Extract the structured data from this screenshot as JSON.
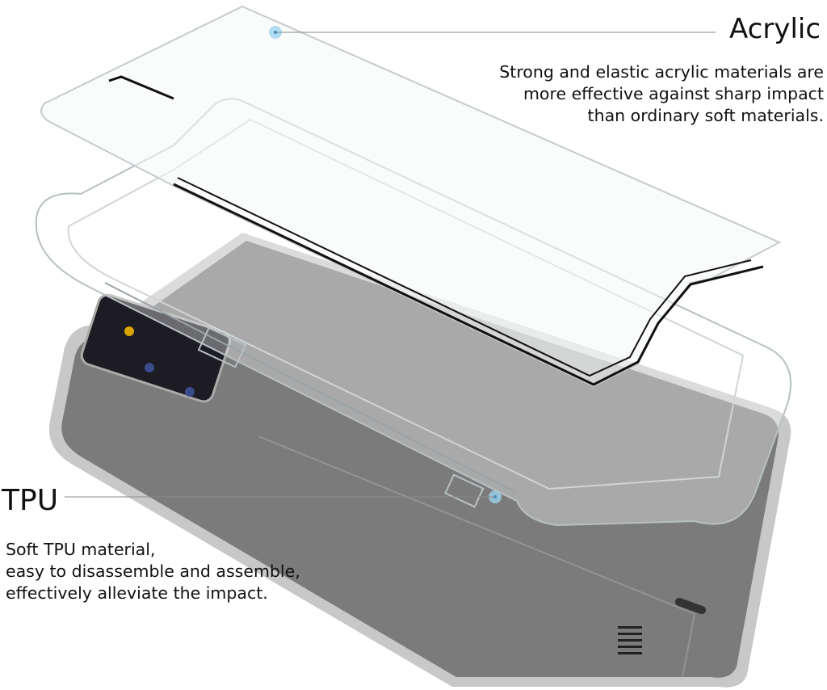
{
  "acrylic": {
    "title": "Acrylic",
    "lines": [
      "Strong and elastic acrylic materials are",
      "more effective against sharp impact",
      "than ordinary soft materials."
    ]
  },
  "tpu": {
    "title": "TPU",
    "lines": [
      "Soft TPU material,",
      "easy to disassemble and assemble,",
      "effectively alleviate the impact."
    ]
  },
  "colors": {
    "phone": "#7a7a7a",
    "phone_edge": "#c9c9c9",
    "callout_dot": "#9fd3ee",
    "line": "#8a8a8a"
  }
}
